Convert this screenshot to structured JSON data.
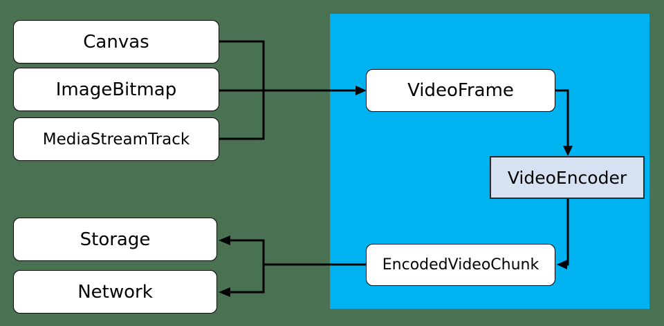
{
  "colors": {
    "page-bg": "#4A7152",
    "panel-bg": "#00B3F0",
    "box-bg": "#FFFFFF",
    "box-border": "#000000",
    "encoder-bg": "#D6E2F2",
    "encoder-border": "#2B2B2B",
    "line": "#000000",
    "text": "#000000"
  },
  "nodes": {
    "canvas": {
      "label": "Canvas"
    },
    "image_bitmap": {
      "label": "ImageBitmap"
    },
    "media_stream_track": {
      "label": "MediaStreamTrack"
    },
    "video_frame": {
      "label": "VideoFrame"
    },
    "video_encoder": {
      "label": "VideoEncoder"
    },
    "encoded_video_chunk": {
      "label": "EncodedVideoChunk"
    },
    "storage": {
      "label": "Storage"
    },
    "network": {
      "label": "Network"
    }
  },
  "edges": [
    {
      "from": "Canvas",
      "to": "VideoFrame"
    },
    {
      "from": "ImageBitmap",
      "to": "VideoFrame"
    },
    {
      "from": "MediaStreamTrack",
      "to": "VideoFrame"
    },
    {
      "from": "VideoFrame",
      "to": "VideoEncoder"
    },
    {
      "from": "VideoEncoder",
      "to": "EncodedVideoChunk"
    },
    {
      "from": "EncodedVideoChunk",
      "to": "Storage"
    },
    {
      "from": "EncodedVideoChunk",
      "to": "Network"
    }
  ]
}
